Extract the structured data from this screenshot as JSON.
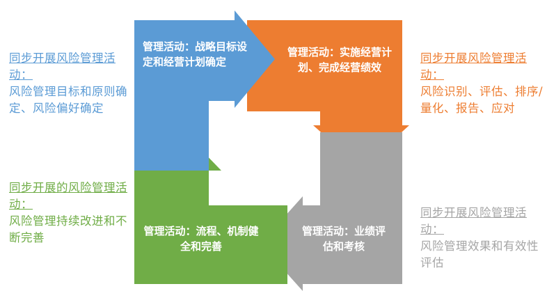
{
  "boxes": {
    "blue": {
      "text": "管理活动：战略目标设定和经营计划确定",
      "color": "#5b9bd5"
    },
    "orange": {
      "text": "管理活动：实施经营计划、完成经营绩效",
      "color": "#ed7d31"
    },
    "gray": {
      "text": "管理活动：业绩评估和考核",
      "color": "#a5a5a5"
    },
    "green": {
      "text": "管理活动：流程、机制健全和完善",
      "color": "#70ad47"
    }
  },
  "side_notes": {
    "blue": {
      "heading": "同步开展风险管理活动：",
      "body": "风险管理目标和原则确定、风险偏好确定"
    },
    "orange": {
      "heading": "同步开展风险管理活动：",
      "body": "风险识别、评估、排序/量化、报告、应对"
    },
    "green": {
      "heading": "同步开展的风险管理活动：",
      "body": "风险管理持续改进和不断完善"
    },
    "gray": {
      "heading": "同步开展风险管理活动：",
      "body": "风险管理效果和有效性评估"
    }
  }
}
